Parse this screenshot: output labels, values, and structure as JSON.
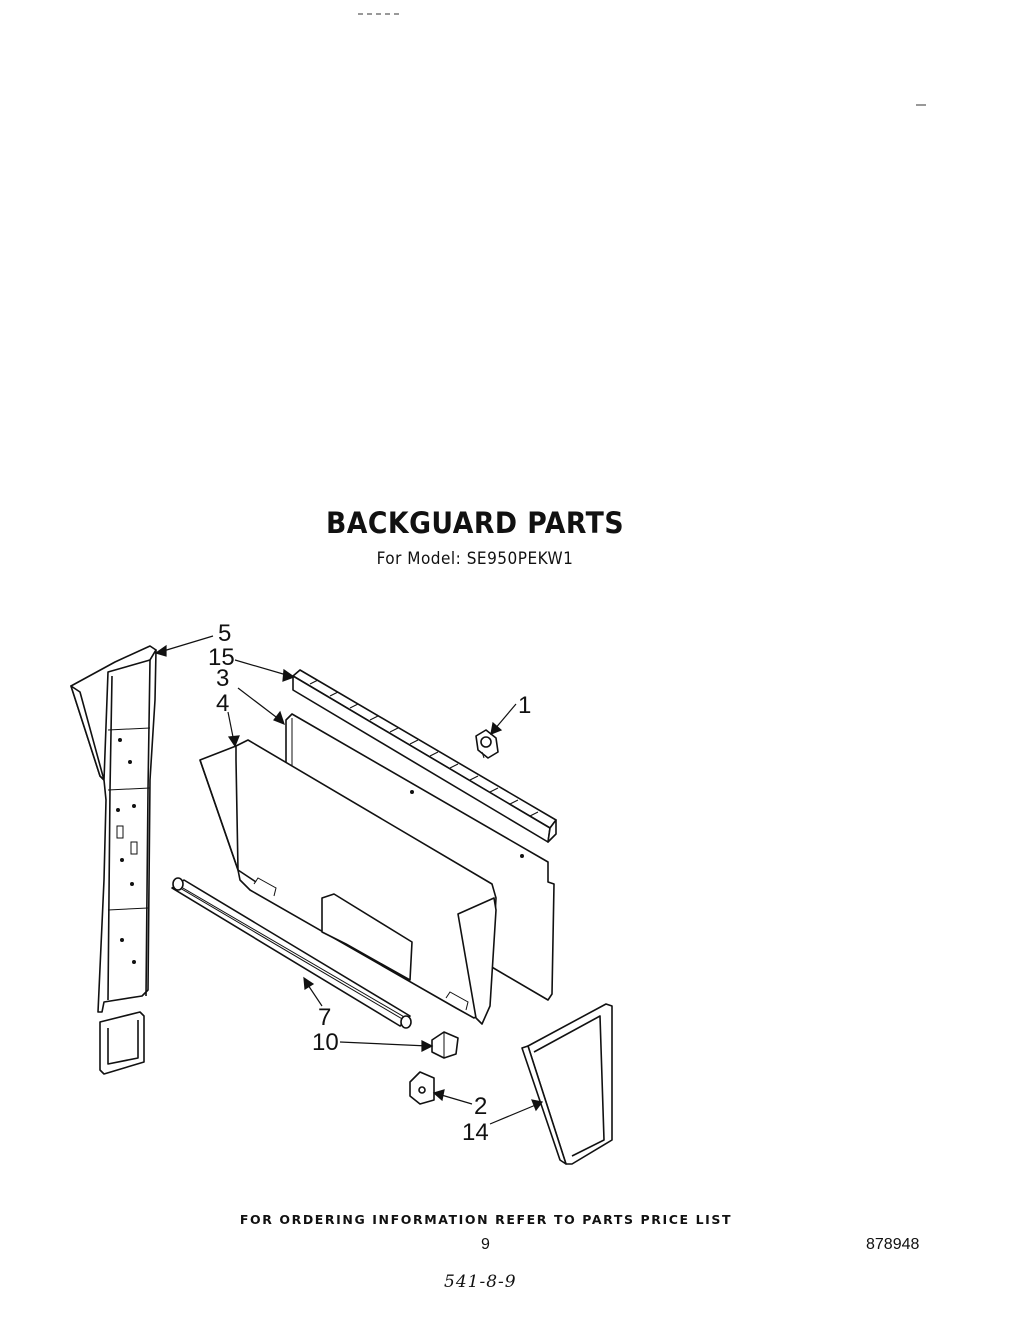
{
  "title": "BACKGUARD PARTS",
  "subtitle": "For Model: SE950PEKW1",
  "callouts": {
    "c5": "5",
    "c15": "15",
    "c3": "3",
    "c4": "4",
    "c1": "1",
    "c7": "7",
    "c10": "10",
    "c2": "2",
    "c14": "14"
  },
  "footer": {
    "ordering_note": "FOR ORDERING INFORMATION REFER TO PARTS PRICE LIST",
    "page_number": "9",
    "document_number": "878948",
    "handwritten_note": "541-8-9"
  }
}
